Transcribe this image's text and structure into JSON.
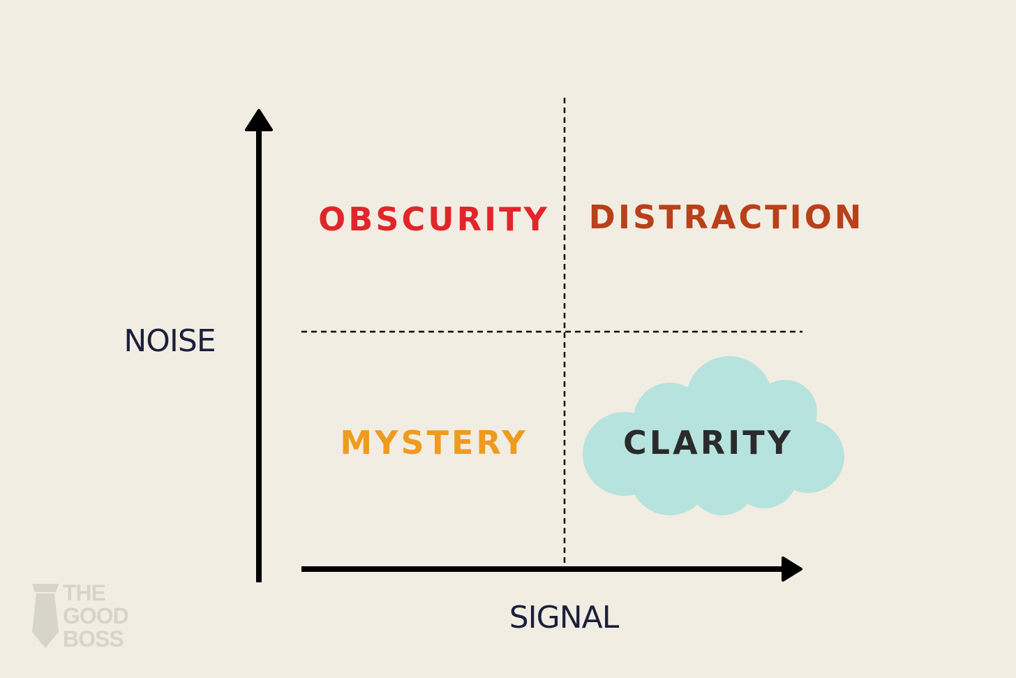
{
  "axes": {
    "y_label": "NOISE",
    "x_label": "SIGNAL"
  },
  "quadrants": {
    "top_left": {
      "label": "OBSCURITY",
      "color": "#e0262b"
    },
    "top_right": {
      "label": "DISTRACTION",
      "color": "#b8401a"
    },
    "bottom_left": {
      "label": "MYSTERY",
      "color": "#ef9b1f"
    },
    "bottom_right": {
      "label": "CLARITY",
      "color": "#2b2b2b",
      "highlight_color": "#b6e3dd"
    }
  },
  "logo": {
    "line1": "THE",
    "line2": "GOOD",
    "line3": "BOSS",
    "icon": "tie-icon",
    "color": "#d7d4c9"
  },
  "colors": {
    "background": "#f2ede3",
    "axis": "#000000",
    "axis_label": "#1b1f3b",
    "divider": "#000000"
  }
}
